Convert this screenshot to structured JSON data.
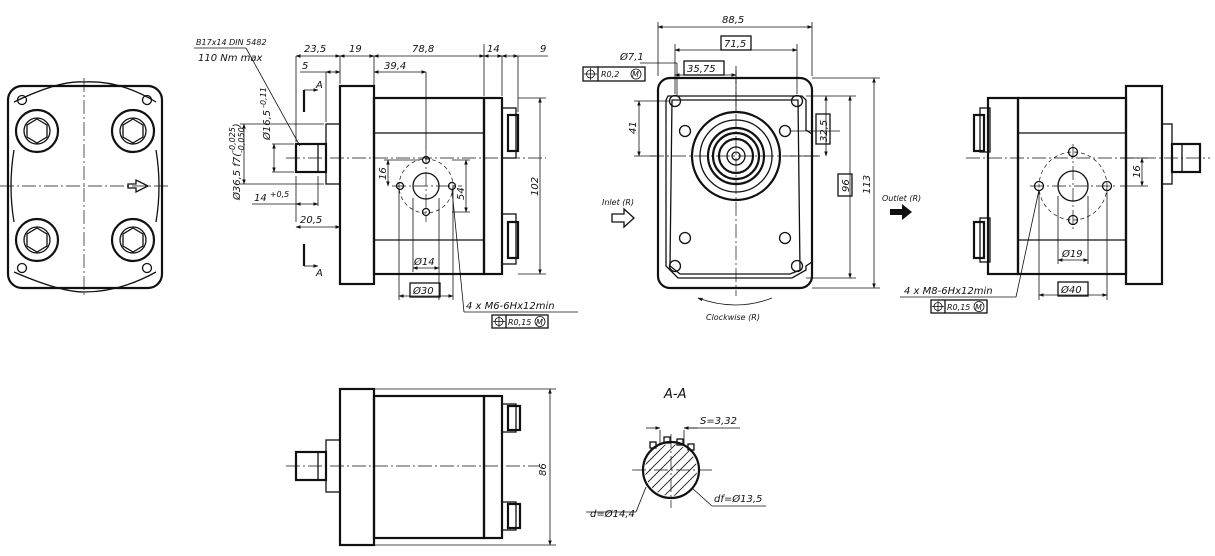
{
  "view1": {
    "spline_spec": "B17x14 DIN 5482",
    "torque_note": "110 Nm max",
    "dims": {
      "d_23_5": "23,5",
      "d_19": "19",
      "d_78_8": "78,8",
      "d_14_top": "14",
      "d_9": "9",
      "d_5": "5",
      "d_39_4": "39,4",
      "d_16_5": "Ø16,5",
      "d_16_5_tol": "-0,11",
      "d_36_5": "Ø36,5 f7(",
      "d_36_5_tol_up": "-0,025",
      "d_36_5_tol_lo": "-0,050",
      "d_36_5_close": ")",
      "d_14_lower": "14",
      "d_14_lower_tol": "+0,5",
      "d_20_5": "20,5",
      "d_16": "16",
      "d_54": "54",
      "d_102": "102",
      "d_14_bot": "Ø14",
      "d_30": "Ø30"
    },
    "section_mark": "A",
    "thread_note": "4 x M6-6Hx12min",
    "tol_frame_value": "R0,15",
    "tol_frame_mod": "M"
  },
  "view2": {
    "dims": {
      "d_88_5": "88,5",
      "d_71_5": "71,5",
      "d_35_75": "35,75",
      "d_7_1": "Ø7,1",
      "d_41": "41",
      "d_32_5": "32,5",
      "d_96": "96",
      "d_113": "113"
    },
    "tol_frame_value": "R0,2",
    "tol_frame_mod": "M",
    "inlet_label": "Inlet (R)",
    "outlet_label": "Outlet (R)",
    "rotation_label": "Clockwise (R)"
  },
  "view3": {
    "dims": {
      "d_16": "16",
      "d_19": "Ø19",
      "d_40": "Ø40"
    },
    "thread_note": "4 x M8-6Hx12min",
    "tol_frame_value": "R0,15",
    "tol_frame_mod": "M"
  },
  "view4": {
    "dims": {
      "d_86": "86"
    }
  },
  "section": {
    "title": "A-A",
    "s_label": "S=3,32",
    "d_label": "d=Ø14,4",
    "df_label": "df=Ø13,5"
  }
}
